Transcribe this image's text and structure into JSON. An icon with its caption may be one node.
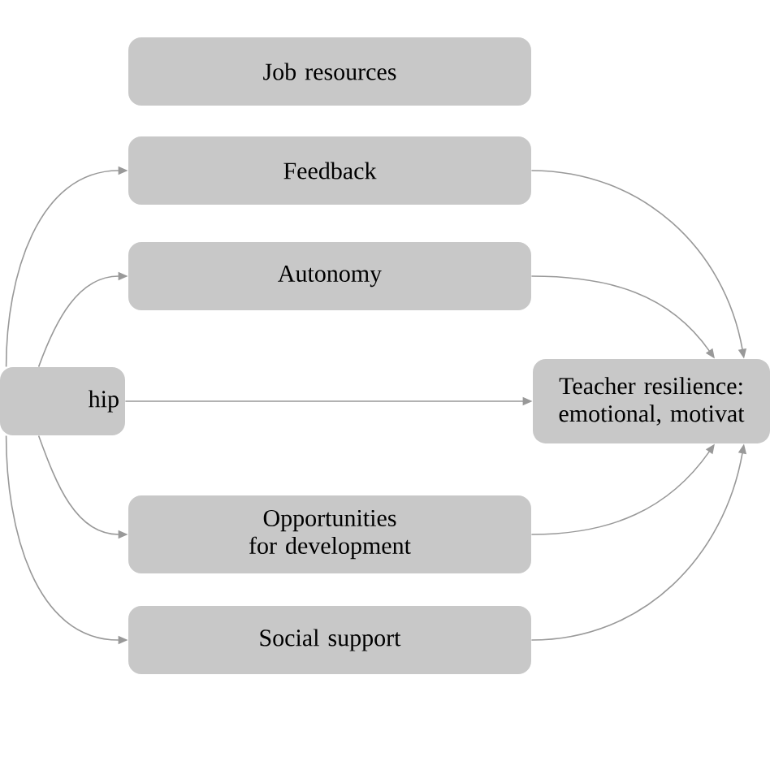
{
  "diagram": {
    "nodes": [
      {
        "text": [
          "Job resources"
        ]
      },
      {
        "text": [
          "Feedback"
        ]
      },
      {
        "text": [
          "Autonomy"
        ]
      },
      {
        "text": [
          "hip"
        ]
      },
      {
        "text": [
          "Teacher resilience: emotional, motivat"
        ]
      },
      {
        "text": [
          "Opportunities for development"
        ]
      },
      {
        "text": [
          "Social support"
        ]
      }
    ],
    "edges": [
      {
        "from": 3,
        "to": 1,
        "arrow": "to"
      },
      {
        "from": 3,
        "to": 2,
        "arrow": "to"
      },
      {
        "from": 3,
        "to": 4,
        "arrow": "to"
      },
      {
        "from": 3,
        "to": 5,
        "arrow": "to"
      },
      {
        "from": 3,
        "to": 6,
        "arrow": "to"
      },
      {
        "from": 1,
        "to": 4,
        "arrow": "to"
      },
      {
        "from": 2,
        "to": 4,
        "arrow": "to"
      },
      {
        "from": 5,
        "to": 4,
        "arrow": "to"
      },
      {
        "from": 6,
        "to": 4,
        "arrow": "to"
      }
    ]
  }
}
